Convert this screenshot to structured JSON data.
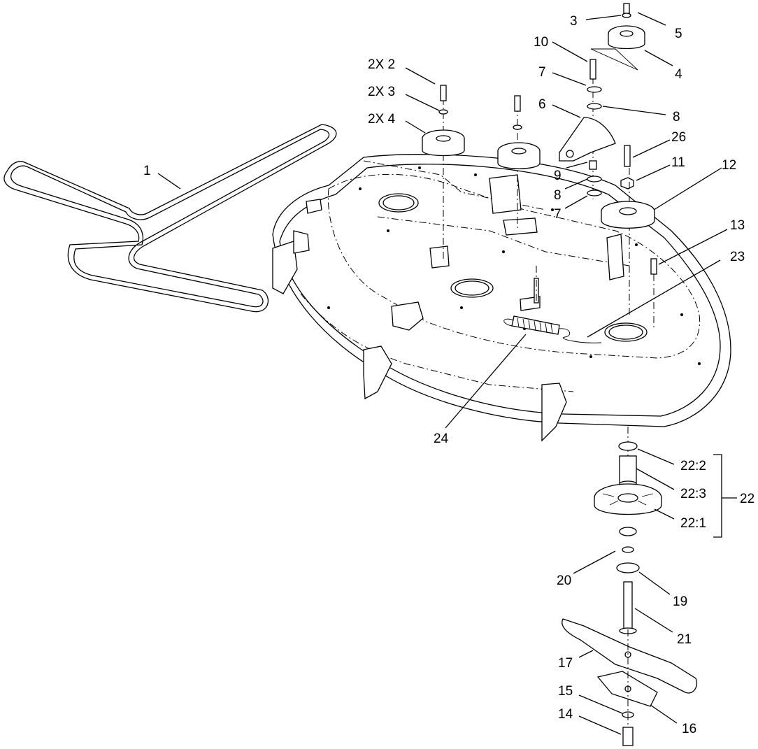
{
  "callouts": {
    "c1": "1",
    "c2x2": "2X 2",
    "c2x3": "2X 3",
    "c2x4": "2X 4",
    "c3": "3",
    "c4": "4",
    "c5": "5",
    "c6": "6",
    "c7a": "7",
    "c7b": "7",
    "c8a": "8",
    "c8b": "8",
    "c9": "9",
    "c10": "10",
    "c11": "11",
    "c12": "12",
    "c13": "13",
    "c14": "14",
    "c15": "15",
    "c16": "16",
    "c17": "17",
    "c19": "19",
    "c20": "20",
    "c21": "21",
    "c22": "22",
    "c22_1": "22:1",
    "c22_2": "22:2",
    "c22_3": "22:3",
    "c23": "23",
    "c24": "24",
    "c26": "26"
  }
}
